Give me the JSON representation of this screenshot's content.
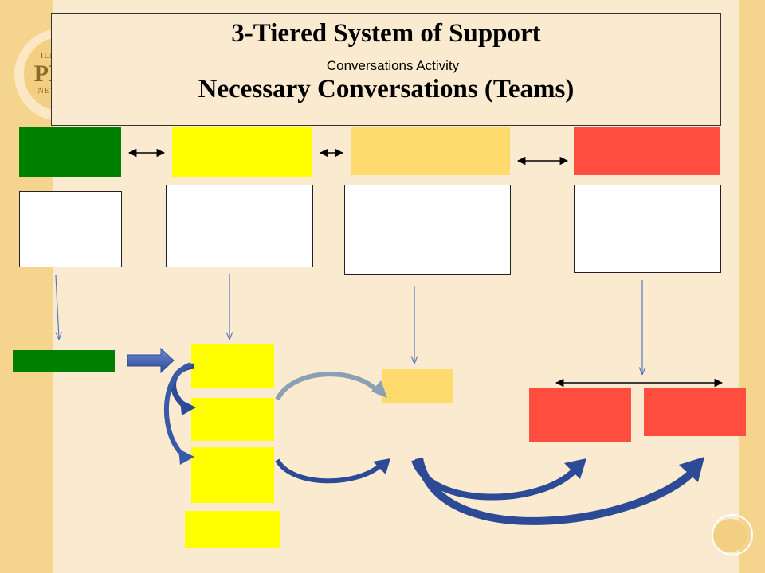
{
  "slide": {
    "title": "3-Tiered System of Support",
    "subtitle": "Conversations Activity",
    "title_second": "Necessary Conversations (Teams)"
  },
  "logo": {
    "line1": "ILLINOIS",
    "line2": "PBIS",
    "line3": "NETWORK"
  },
  "colors": {
    "green": "#008000",
    "yellow": "#ffff00",
    "amber": "#ffdb6e",
    "red": "#ff4d40",
    "border_strip": "#f5d48e",
    "background": "#f9ead0",
    "logo_disc": "#f3cf83",
    "arrow_blue": "#3a5aa8",
    "arrow_gray": "#8aa0b5",
    "thin_arrow": "#5a74c0"
  }
}
